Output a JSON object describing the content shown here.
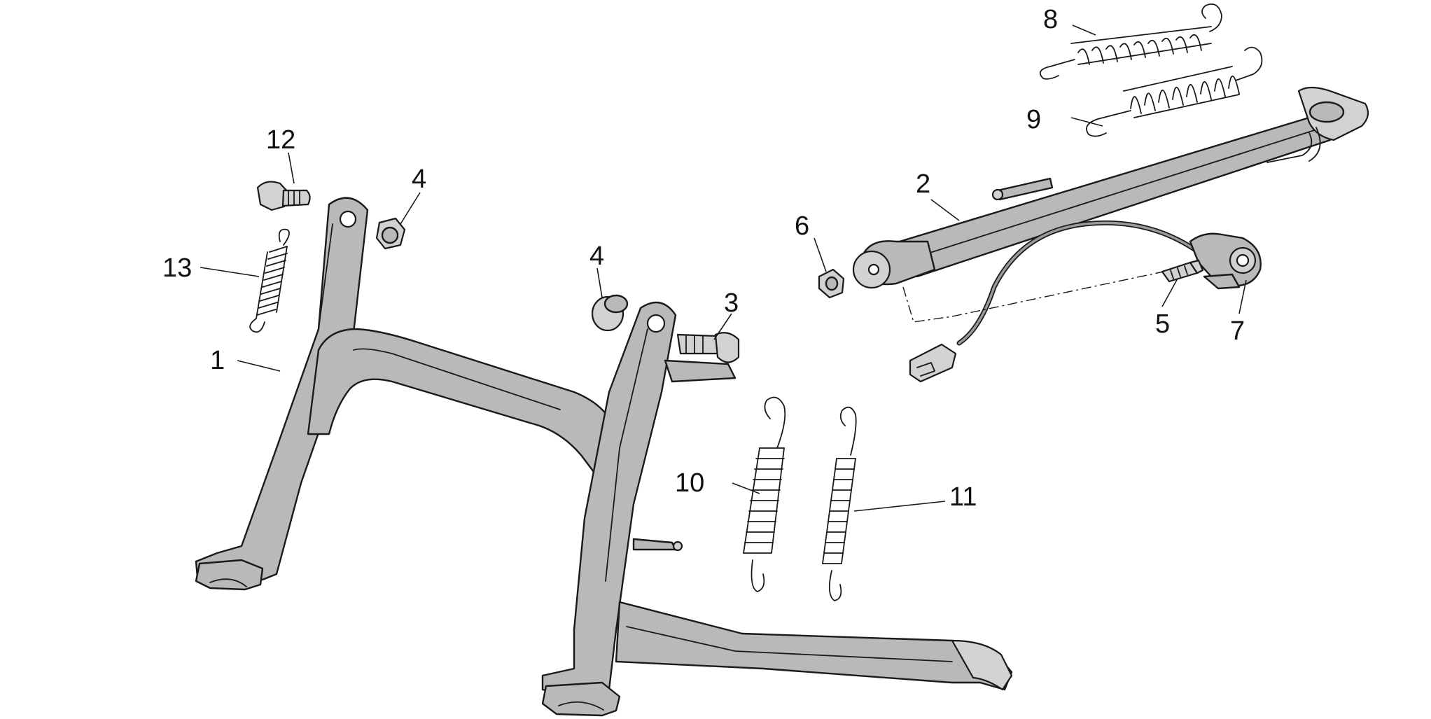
{
  "callouts": {
    "c1": "1",
    "c2": "2",
    "c3": "3",
    "c4a": "4",
    "c4b": "4",
    "c5": "5",
    "c6": "6",
    "c7": "7",
    "c8": "8",
    "c9": "9",
    "c10": "10",
    "c11": "11",
    "c12": "12",
    "c13": "13"
  },
  "colors": {
    "part_fill": "#b9b9b9",
    "outline": "#1a1a1a",
    "background": "#ffffff"
  }
}
